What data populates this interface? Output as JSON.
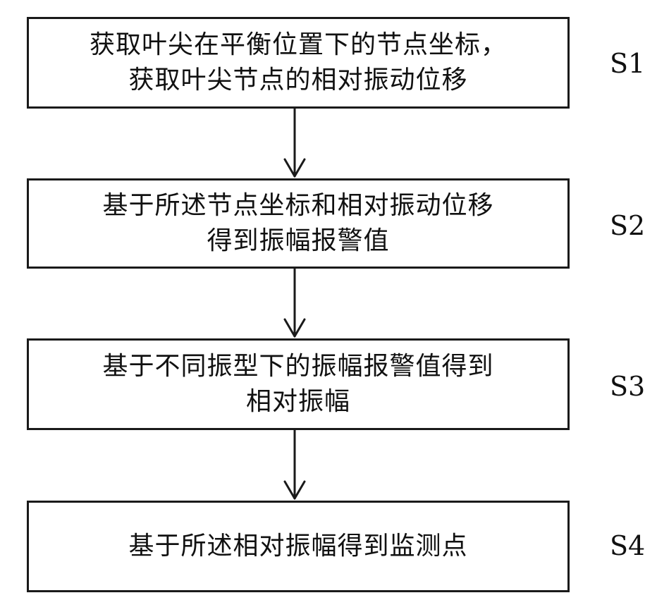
{
  "steps": [
    {
      "id": "s1",
      "text": "获取叶尖在平衡位置下的节点坐标，\n获取叶尖节点的相对振动位移",
      "label": "S1"
    },
    {
      "id": "s2",
      "text": "基于所述节点坐标和相对振动位移\n得到振幅报警值",
      "label": "S2"
    },
    {
      "id": "s3",
      "text": "基于不同振型下的振幅报警值得到\n相对振幅",
      "label": "S3"
    },
    {
      "id": "s4",
      "text": "基于所述相对振幅得到监测点",
      "label": "S4"
    }
  ]
}
